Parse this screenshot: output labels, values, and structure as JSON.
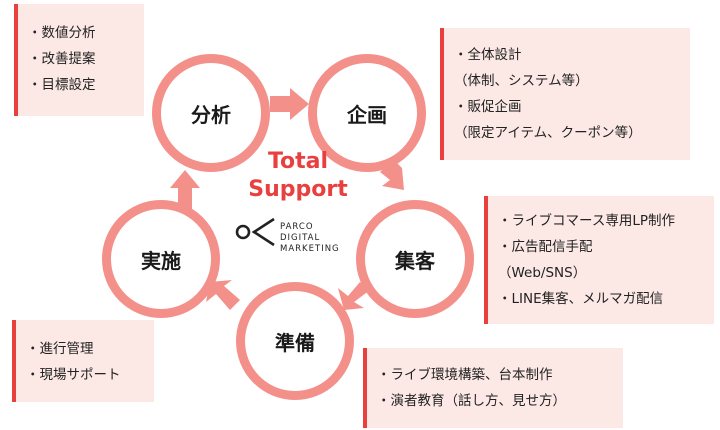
{
  "center": {
    "title_line1": "Total",
    "title_line2": "Support"
  },
  "logo": {
    "line1": "PARCO",
    "line2": "DIGITAL",
    "line3": "MARKETING"
  },
  "nodes": {
    "bunseki": "分析",
    "kikaku": "企画",
    "shukyaku": "集客",
    "junbi": "準備",
    "jisshi": "実施"
  },
  "notes": {
    "bunseki": [
      "・数値分析",
      "・改善提案",
      "・目標設定"
    ],
    "kikaku": [
      "・全体設計",
      "（体制、システム等）",
      "・販促企画",
      "（限定アイテム、クーポン等）"
    ],
    "shukyaku": [
      "・ライブコマース専用LP制作",
      "・広告配信手配",
      "（Web/SNS）",
      "・LINE集客、メルマガ配信"
    ],
    "jisshi": [
      "・進行管理",
      "・現場サポート"
    ],
    "junbi": [
      "・ライブ環境構築、台本制作",
      "・演者教育（話し方、見せ方）"
    ]
  },
  "colors": {
    "accent": "#e8403f",
    "ring": "#f4908a",
    "note_bg": "#fce9e6"
  }
}
